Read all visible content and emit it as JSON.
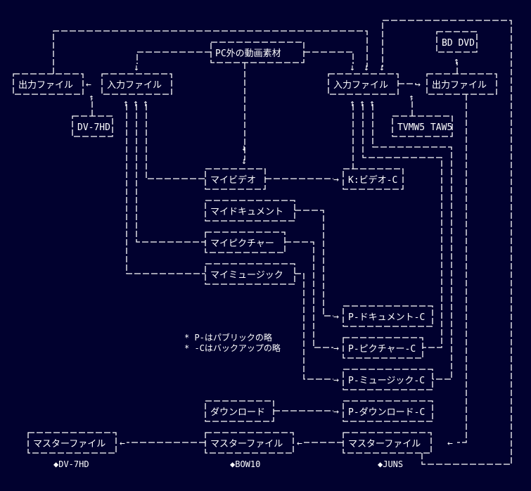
{
  "diagram": {
    "background": "#01012f",
    "foreground": "#ffffff",
    "nodes": {
      "pc_source": "PC外の動画素材",
      "left_output": "出力ファイル",
      "left_input": "入力ファイル",
      "left_dv7hd": "DV-7HD",
      "right_input": "入力ファイル",
      "right_output": "出力ファイル",
      "bd_dvd": "BD DVD",
      "tvmw5": "TVMW5 TAW5",
      "my_video": "マイビデオ",
      "k_video_c": "K:ビデオ-C",
      "my_document": "マイドキュメント",
      "my_picture": "マイピクチャー",
      "my_music": "マイミュージック",
      "p_document_c": "P-ドキュメント-C",
      "p_picture_c": "P-ピクチャー-C",
      "p_music_c": "P-ミュージック-C",
      "download": "ダウンロード",
      "p_download_c": "P-ダウンロード-C",
      "master_dv7hd": "マスターファイル",
      "master_bow10": "マスターファイル",
      "master_juns": "マスターファイル"
    },
    "notes": [
      "* P-はパブリックの略",
      "* -Cはバックアップの略"
    ],
    "machine_tags": {
      "dv7hd": "◆DV-7HD",
      "bow10": "◆BOW10",
      "juns": "◆JUNS"
    },
    "arrows": {
      "left": "←",
      "right": "→",
      "up": "↑",
      "down": "↓"
    }
  }
}
